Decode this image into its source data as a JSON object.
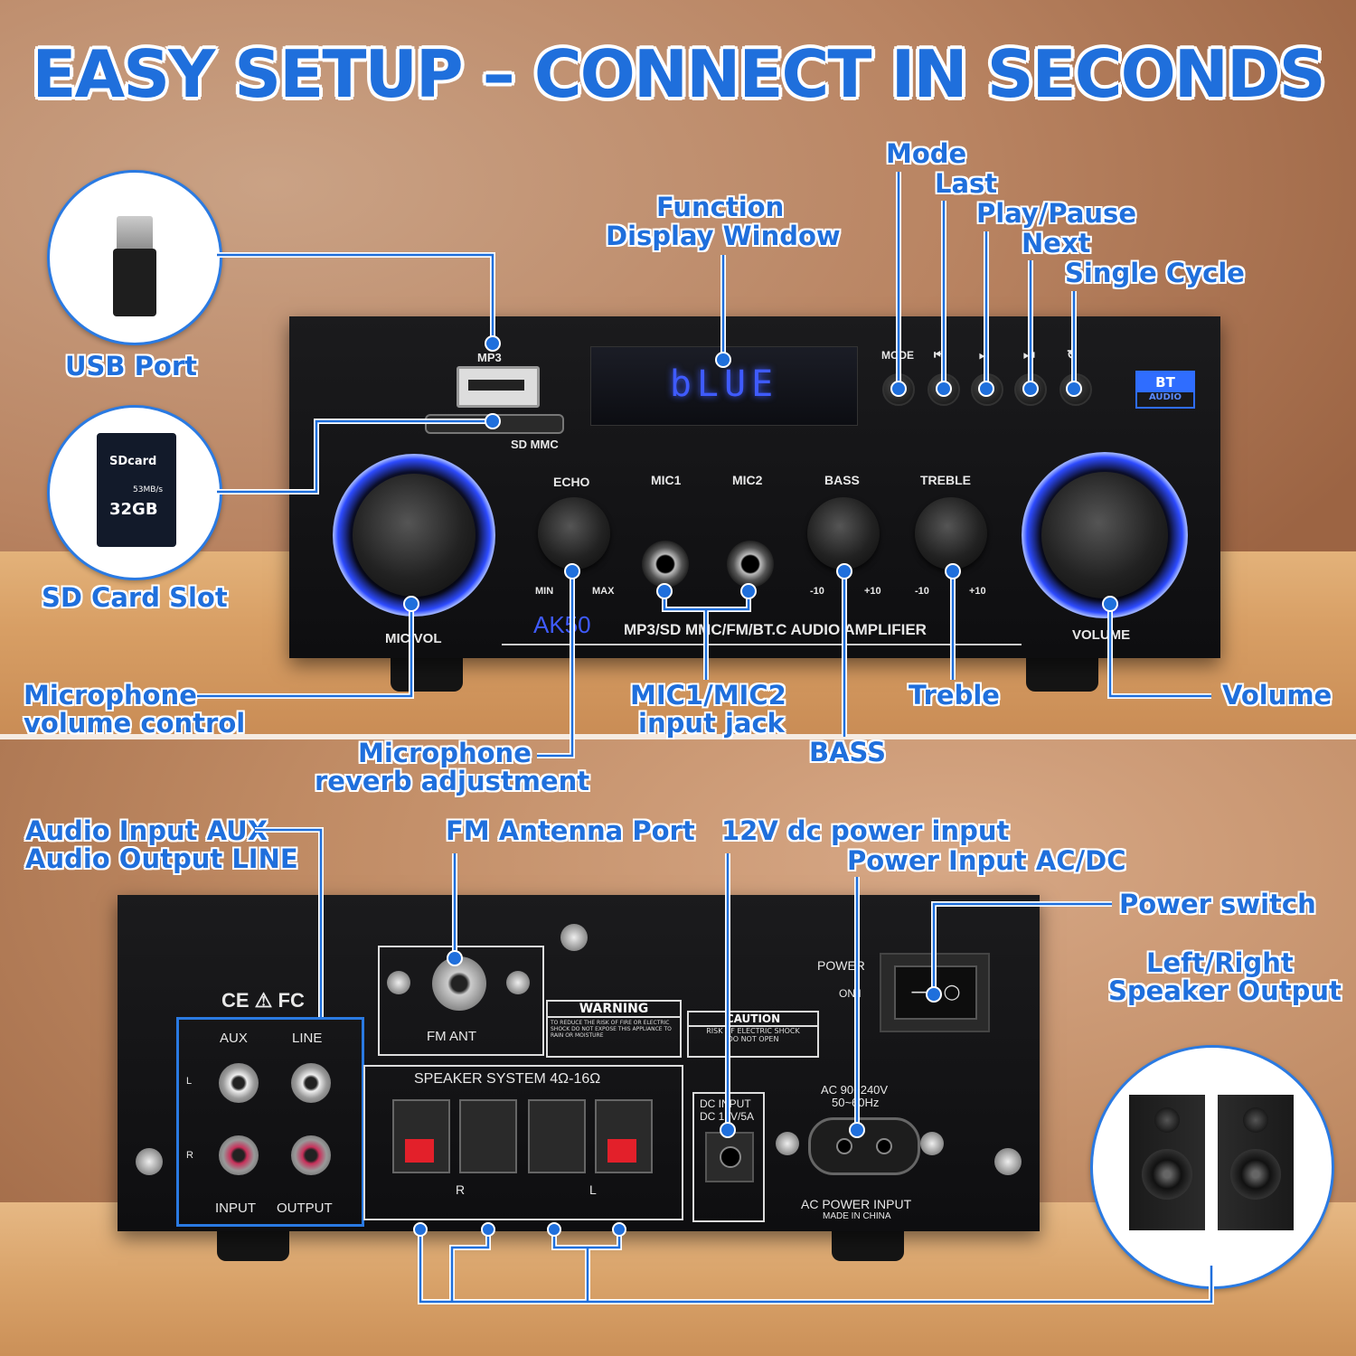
{
  "title": "EASY SETUP – CONNECT IN SECONDS",
  "accent_color": "#1f6fdc",
  "front_callouts": {
    "usb_port": "USB Port",
    "sd_card_slot": "SD Card Slot",
    "function_display": [
      "Function",
      "Display Window"
    ],
    "mode": "Mode",
    "last": "Last",
    "play_pause": "Play/Pause",
    "next": "Next",
    "single_cycle": "Single Cycle",
    "mic_volume": [
      "Microphone",
      "volume control"
    ],
    "mic_reverb": [
      "Microphone",
      "reverb adjustment"
    ],
    "mic_jack": [
      "MIC1/MIC2",
      "input jack"
    ],
    "bass": "BASS",
    "treble": "Treble",
    "volume": "Volume"
  },
  "back_callouts": {
    "aux_line": [
      "Audio Input AUX",
      "Audio Output LINE"
    ],
    "fm_antenna": "FM Antenna Port",
    "dc_input": "12V dc power input",
    "ac_input": "Power Input AC/DC",
    "power_switch": "Power switch",
    "speaker_output": [
      "Left/Right",
      "Speaker Output"
    ]
  },
  "front_panel": {
    "mp3": "MP3",
    "sd_mmc": "SD MMC",
    "display_text": "bLUE",
    "mode_btn": "MODE",
    "bt_badge": [
      "BT",
      "AUDIO"
    ],
    "echo": "ECHO",
    "mic1": "MIC1",
    "mic2": "MIC2",
    "bass": "BASS",
    "treble": "TREBLE",
    "min": "MIN",
    "max": "MAX",
    "minus10": "-10",
    "plus10": "+10",
    "mic_vol": "MIC.VOL",
    "volume": "VOLUME",
    "model": "AK50",
    "product_line": "MP3/SD MMC/FM/BT.C AUDIO AMPLIFIER",
    "sd_card_brand": "SDcard",
    "sd_card_speed": "53MB/s",
    "sd_card_capacity": "32GB"
  },
  "back_panel": {
    "aux": "AUX",
    "line": "LINE",
    "input": "INPUT",
    "output": "OUTPUT",
    "l": "L",
    "r": "R",
    "fm_ant": "FM ANT",
    "warning": "WARNING",
    "warning_text": "TO REDUCE THE RISK OF FIRE OR ELECTRIC SHOCK DO NOT EXPOSE THIS APPLIANCE TO RAIN OR MOISTURE",
    "caution": "CAUTION",
    "caution_text": [
      "RISK OF ELECTRIC SHOCK",
      "DO NOT OPEN"
    ],
    "speaker_system": "SPEAKER SYSTEM 4Ω-16Ω",
    "dc_input": [
      "DC INPUT",
      "DC 12V/5A"
    ],
    "ac_rating": [
      "AC 90~240V",
      "50~60Hz"
    ],
    "ac_power_input": "AC POWER INPUT",
    "made_in": "MADE IN CHINA",
    "power": "POWER",
    "on_off": "ON/I",
    "certs": "CE ⚠ FC"
  }
}
